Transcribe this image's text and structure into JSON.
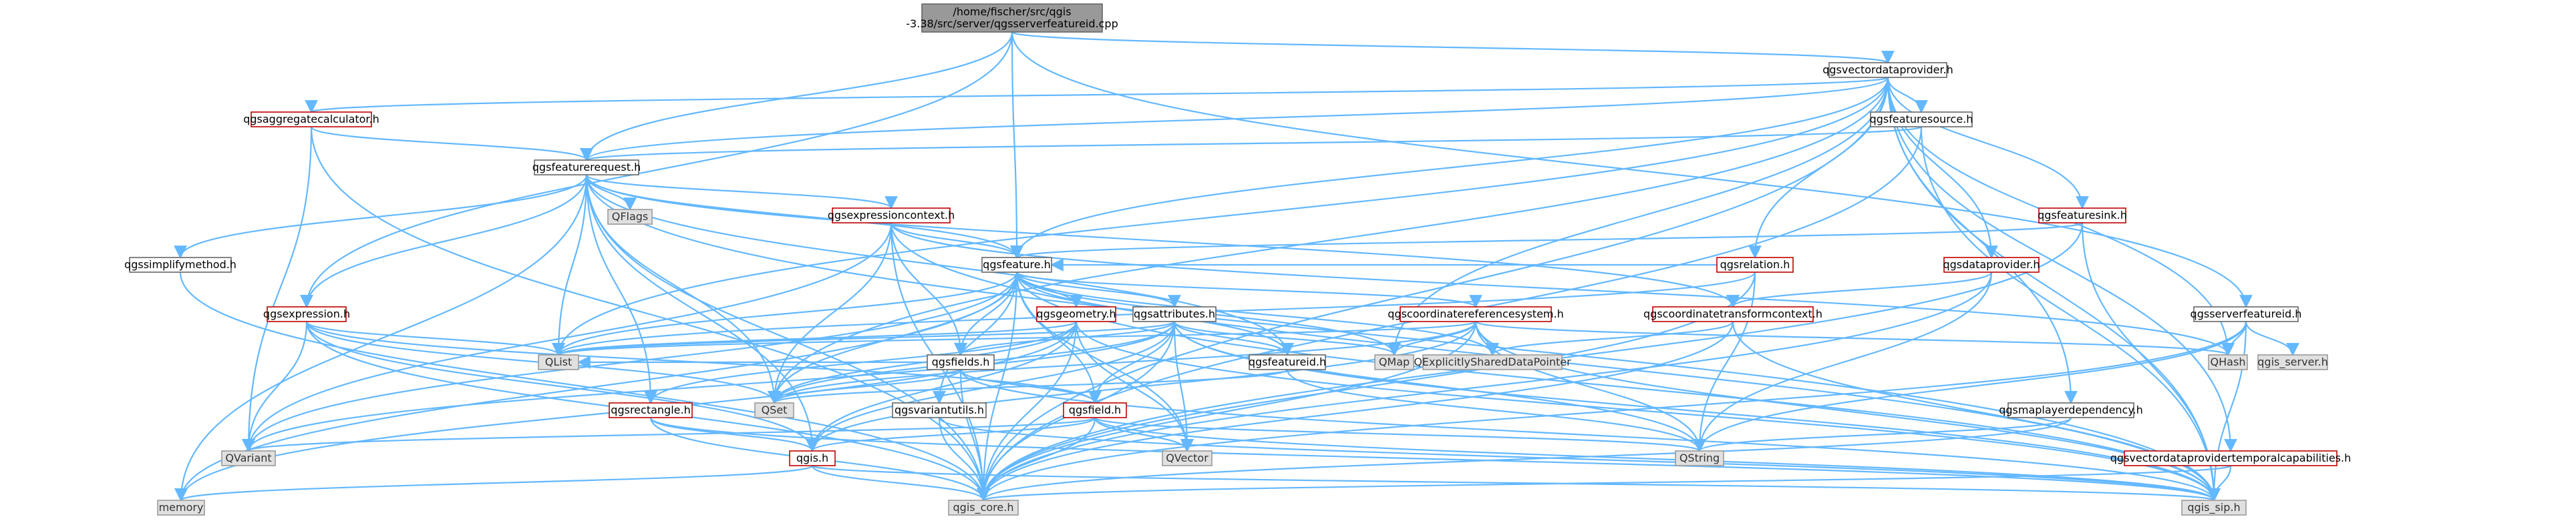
{
  "nodes": [
    {
      "id": "root",
      "lines": [
        "/home/fischer/src/qgis",
        "-3.38/src/server/qgsserverfeatureid.cpp"
      ],
      "style": "dark"
    },
    {
      "id": "vdp",
      "lines": [
        "qgsvectordataprovider.h"
      ],
      "style": "plain"
    },
    {
      "id": "aggcalc",
      "lines": [
        "qgsaggregatecalculator.h"
      ],
      "style": "red"
    },
    {
      "id": "featsource",
      "lines": [
        "qgsfeaturesource.h"
      ],
      "style": "plain"
    },
    {
      "id": "featreq",
      "lines": [
        "qgsfeaturerequest.h"
      ],
      "style": "plain"
    },
    {
      "id": "qflags",
      "lines": [
        "QFlags"
      ],
      "style": "gray"
    },
    {
      "id": "exprctx",
      "lines": [
        "qgsexpressioncontext.h"
      ],
      "style": "red"
    },
    {
      "id": "featsink",
      "lines": [
        "qgsfeaturesink.h"
      ],
      "style": "red"
    },
    {
      "id": "simplify",
      "lines": [
        "qgssimplifymethod.h"
      ],
      "style": "plain"
    },
    {
      "id": "feature",
      "lines": [
        "qgsfeature.h"
      ],
      "style": "plain"
    },
    {
      "id": "relation",
      "lines": [
        "qgsrelation.h"
      ],
      "style": "red"
    },
    {
      "id": "dataprov",
      "lines": [
        "qgsdataprovider.h"
      ],
      "style": "red"
    },
    {
      "id": "expression",
      "lines": [
        "qgsexpression.h"
      ],
      "style": "red"
    },
    {
      "id": "geometry",
      "lines": [
        "qgsgeometry.h"
      ],
      "style": "red"
    },
    {
      "id": "attributes",
      "lines": [
        "qgsattributes.h"
      ],
      "style": "plain"
    },
    {
      "id": "crs",
      "lines": [
        "qgscoordinatereferencesystem.h"
      ],
      "style": "red"
    },
    {
      "id": "ctctx",
      "lines": [
        "qgscoordinatetransformcontext.h"
      ],
      "style": "red"
    },
    {
      "id": "sfid",
      "lines": [
        "qgsserverfeatureid.h"
      ],
      "style": "plain"
    },
    {
      "id": "qlist",
      "lines": [
        "QList"
      ],
      "style": "gray"
    },
    {
      "id": "qmap",
      "lines": [
        "QMap"
      ],
      "style": "gray"
    },
    {
      "id": "qesdp",
      "lines": [
        "QExplicitlySharedDataPointer"
      ],
      "style": "gray"
    },
    {
      "id": "qhash",
      "lines": [
        "QHash"
      ],
      "style": "gray"
    },
    {
      "id": "qgsserver",
      "lines": [
        "qgis_server.h"
      ],
      "style": "gray"
    },
    {
      "id": "fields",
      "lines": [
        "qgsfields.h"
      ],
      "style": "plain"
    },
    {
      "id": "featureid",
      "lines": [
        "qgsfeatureid.h"
      ],
      "style": "plain"
    },
    {
      "id": "qset",
      "lines": [
        "QSet"
      ],
      "style": "gray"
    },
    {
      "id": "rect",
      "lines": [
        "qgsrectangle.h"
      ],
      "style": "red"
    },
    {
      "id": "varutils",
      "lines": [
        "qgsvariantutils.h"
      ],
      "style": "plain"
    },
    {
      "id": "field",
      "lines": [
        "qgsfield.h"
      ],
      "style": "red"
    },
    {
      "id": "mld",
      "lines": [
        "qgsmaplayerdependency.h"
      ],
      "style": "plain"
    },
    {
      "id": "qvariant",
      "lines": [
        "QVariant"
      ],
      "style": "gray"
    },
    {
      "id": "qgis",
      "lines": [
        "qgis.h"
      ],
      "style": "red"
    },
    {
      "id": "qvector",
      "lines": [
        "QVector"
      ],
      "style": "gray"
    },
    {
      "id": "qstring",
      "lines": [
        "QString"
      ],
      "style": "gray"
    },
    {
      "id": "vdptc",
      "lines": [
        "qgsvectordataprovidertemporalcapabilities.h"
      ],
      "style": "red"
    },
    {
      "id": "memory",
      "lines": [
        "memory"
      ],
      "style": "gray"
    },
    {
      "id": "core",
      "lines": [
        "qgis_core.h"
      ],
      "style": "gray"
    },
    {
      "id": "sip",
      "lines": [
        "qgis_sip.h"
      ],
      "style": "gray"
    }
  ],
  "edges": [
    [
      "root",
      "vdp"
    ],
    [
      "root",
      "featreq"
    ],
    [
      "root",
      "feature"
    ],
    [
      "root",
      "sfid"
    ],
    [
      "root",
      "expression"
    ],
    [
      "vdp",
      "aggcalc"
    ],
    [
      "vdp",
      "featsource"
    ],
    [
      "vdp",
      "featreq"
    ],
    [
      "vdp",
      "featsink"
    ],
    [
      "vdp",
      "relation"
    ],
    [
      "vdp",
      "dataprov"
    ],
    [
      "vdp",
      "feature"
    ],
    [
      "vdp",
      "vdptc"
    ],
    [
      "vdp",
      "qlist"
    ],
    [
      "vdp",
      "qset"
    ],
    [
      "vdp",
      "core"
    ],
    [
      "vdp",
      "sip"
    ],
    [
      "vdp",
      "mld"
    ],
    [
      "vdp",
      "qhash"
    ],
    [
      "vdp",
      "qmap"
    ],
    [
      "aggcalc",
      "featreq"
    ],
    [
      "aggcalc",
      "qvariant"
    ],
    [
      "aggcalc",
      "core"
    ],
    [
      "featsource",
      "featreq"
    ],
    [
      "featsource",
      "core"
    ],
    [
      "featsource",
      "sip"
    ],
    [
      "featreq",
      "qflags"
    ],
    [
      "featreq",
      "exprctx"
    ],
    [
      "featreq",
      "simplify"
    ],
    [
      "featreq",
      "feature"
    ],
    [
      "featreq",
      "expression"
    ],
    [
      "featreq",
      "rect"
    ],
    [
      "featreq",
      "ctctx"
    ],
    [
      "featreq",
      "qlist"
    ],
    [
      "featreq",
      "qset"
    ],
    [
      "featreq",
      "memory"
    ],
    [
      "featreq",
      "core"
    ],
    [
      "featreq",
      "sip"
    ],
    [
      "featreq",
      "featureid"
    ],
    [
      "featreq",
      "qgis"
    ],
    [
      "exprctx",
      "feature"
    ],
    [
      "exprctx",
      "qset"
    ],
    [
      "exprctx",
      "qhash"
    ],
    [
      "exprctx",
      "qvariant"
    ],
    [
      "exprctx",
      "core"
    ],
    [
      "exprctx",
      "sip"
    ],
    [
      "exprctx",
      "fields"
    ],
    [
      "featsink",
      "feature"
    ],
    [
      "featsink",
      "core"
    ],
    [
      "featsink",
      "sip"
    ],
    [
      "simplify",
      "core"
    ],
    [
      "feature",
      "qlist"
    ],
    [
      "feature",
      "geometry"
    ],
    [
      "feature",
      "attributes"
    ],
    [
      "feature",
      "crs"
    ],
    [
      "feature",
      "fields"
    ],
    [
      "feature",
      "featureid"
    ],
    [
      "feature",
      "qset"
    ],
    [
      "feature",
      "qvariant"
    ],
    [
      "feature",
      "qmap"
    ],
    [
      "feature",
      "qesdp"
    ],
    [
      "feature",
      "field"
    ],
    [
      "feature",
      "memory"
    ],
    [
      "feature",
      "core"
    ],
    [
      "feature",
      "sip"
    ],
    [
      "feature",
      "varutils"
    ],
    [
      "feature",
      "qvector"
    ],
    [
      "relation",
      "feature"
    ],
    [
      "relation",
      "qstring"
    ],
    [
      "relation",
      "core"
    ],
    [
      "relation",
      "qlist"
    ],
    [
      "dataprov",
      "ctctx"
    ],
    [
      "dataprov",
      "qstring"
    ],
    [
      "dataprov",
      "core"
    ],
    [
      "expression",
      "qlist"
    ],
    [
      "expression",
      "qset"
    ],
    [
      "expression",
      "qvariant"
    ],
    [
      "expression",
      "qgis"
    ],
    [
      "expression",
      "core"
    ],
    [
      "expression",
      "field"
    ],
    [
      "geometry",
      "qlist"
    ],
    [
      "geometry",
      "qset"
    ],
    [
      "geometry",
      "rect"
    ],
    [
      "geometry",
      "qgis"
    ],
    [
      "geometry",
      "memory"
    ],
    [
      "geometry",
      "core"
    ],
    [
      "geometry",
      "sip"
    ],
    [
      "geometry",
      "qvector"
    ],
    [
      "attributes",
      "qlist"
    ],
    [
      "attributes",
      "qmap"
    ],
    [
      "attributes",
      "qvector"
    ],
    [
      "attributes",
      "qvariant"
    ],
    [
      "attributes",
      "core"
    ],
    [
      "attributes",
      "sip"
    ],
    [
      "attributes",
      "fields"
    ],
    [
      "attributes",
      "featureid"
    ],
    [
      "attributes",
      "field"
    ],
    [
      "attributes",
      "qset"
    ],
    [
      "attributes",
      "qgis"
    ],
    [
      "attributes",
      "qstring"
    ],
    [
      "crs",
      "qmap"
    ],
    [
      "crs",
      "qesdp"
    ],
    [
      "crs",
      "qhash"
    ],
    [
      "crs",
      "qstring"
    ],
    [
      "crs",
      "core"
    ],
    [
      "crs",
      "sip"
    ],
    [
      "crs",
      "qlist"
    ],
    [
      "crs",
      "qgis"
    ],
    [
      "crs",
      "qset"
    ],
    [
      "ctctx",
      "qesdp"
    ],
    [
      "ctctx",
      "core"
    ],
    [
      "ctctx",
      "sip"
    ],
    [
      "sfid",
      "qhash"
    ],
    [
      "sfid",
      "qgsserver"
    ],
    [
      "sfid",
      "qstring"
    ],
    [
      "sfid",
      "sip"
    ],
    [
      "sfid",
      "core"
    ],
    [
      "fields",
      "field"
    ],
    [
      "fields",
      "qlist"
    ],
    [
      "fields",
      "qset"
    ],
    [
      "fields",
      "core"
    ],
    [
      "fields",
      "sip"
    ],
    [
      "featureid",
      "qset"
    ],
    [
      "featureid",
      "qstring"
    ],
    [
      "rect",
      "qgis"
    ],
    [
      "rect",
      "core"
    ],
    [
      "rect",
      "sip"
    ],
    [
      "varutils",
      "core"
    ],
    [
      "varutils",
      "sip"
    ],
    [
      "field",
      "qgis"
    ],
    [
      "field",
      "qvariant"
    ],
    [
      "field",
      "qvector"
    ],
    [
      "field",
      "qstring"
    ],
    [
      "field",
      "core"
    ],
    [
      "field",
      "sip"
    ],
    [
      "mld",
      "qstring"
    ],
    [
      "mld",
      "core"
    ],
    [
      "qgis",
      "memory"
    ],
    [
      "qgis",
      "core"
    ],
    [
      "qgis",
      "sip"
    ],
    [
      "vdptc",
      "core"
    ],
    [
      "vdptc",
      "sip"
    ]
  ]
}
